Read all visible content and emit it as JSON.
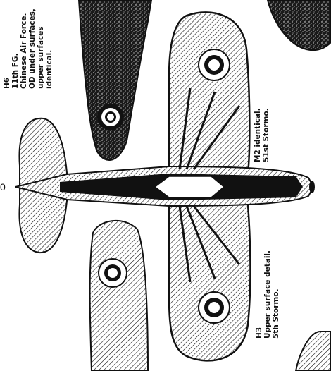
{
  "captions": {
    "h6": [
      "H6",
      "11th FG.",
      "Chinese Air Force.",
      "OD under surfaces,",
      "upper surfaces",
      "identical."
    ],
    "m2": [
      "M2 identical.",
      "51st Stormo."
    ],
    "h3": [
      "H3",
      "Upper surface detail.",
      "5th Stormo."
    ]
  },
  "colors": {
    "ink": "#111111",
    "paper": "#ffffff"
  }
}
